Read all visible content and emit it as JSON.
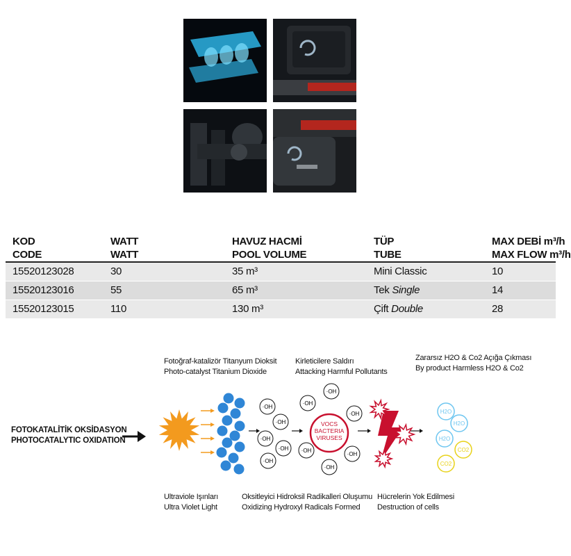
{
  "gallery": [
    {
      "label": "product-photo-1"
    },
    {
      "label": "product-photo-2"
    },
    {
      "label": "product-photo-3"
    },
    {
      "label": "product-photo-4"
    }
  ],
  "table": {
    "headers": [
      {
        "tr": "KOD",
        "en": "CODE"
      },
      {
        "tr": "WATT",
        "en": "WATT"
      },
      {
        "tr": "HAVUZ HACMİ",
        "en": "POOL VOLUME"
      },
      {
        "tr": "TÜP",
        "en": "TUBE"
      },
      {
        "tr": "MAX DEBİ m³/h",
        "en": "MAX FLOW m³/h"
      }
    ],
    "rows": [
      {
        "code": "15520123028",
        "watt": "30",
        "volume": "35 m³",
        "tube_a": "Mini Classic",
        "tube_b": "",
        "flow": "10"
      },
      {
        "code": "15520123016",
        "watt": "55",
        "volume": "65 m³",
        "tube_a": "Tek ",
        "tube_b": "Single",
        "flow": "14"
      },
      {
        "code": "15520123015",
        "watt": "110",
        "volume": "130 m³",
        "tube_a": "Çift ",
        "tube_b": "Double",
        "flow": "28"
      }
    ]
  },
  "diagram": {
    "main_tr": "FOTOKATALİTİK OKSİDASYON",
    "main_en": "PHOTOCATALYTIC OXIDATION",
    "top": [
      {
        "tr": "Fotoğraf-katalizör Titanyum Dioksit",
        "en": "Photo-catalyst Titanium Dioxide"
      },
      {
        "tr": "Kirleticilere Saldırı",
        "en": "Attacking Harmful Pollutants"
      },
      {
        "tr": "Zararsız H2O & Co2 Açığa Çıkması",
        "en": "By product Harmless H2O & Co2"
      }
    ],
    "bottom": [
      {
        "tr": "Ultraviole Işınları",
        "en": "Ultra Violet Light"
      },
      {
        "tr": "Oksitleyici Hidroksil Radikalleri Oluşumu",
        "en": "Oxidizing Hydroxyl Radicals Formed"
      },
      {
        "tr": "Hücrelerin Yok Edilmesi",
        "en": "Destruction of cells"
      }
    ],
    "radical": "·OH",
    "core": [
      "VOCS",
      "BACTERIA",
      "VIRUSES"
    ],
    "molecules": [
      "H2O",
      "H2O",
      "H2O",
      "CO2",
      "CO2"
    ],
    "colors": {
      "sun": "#f39a1e",
      "bubble": "#2f86d6",
      "core": "#c8102e",
      "h2o": "#6ec6f0",
      "co2": "#e8d21a"
    }
  }
}
